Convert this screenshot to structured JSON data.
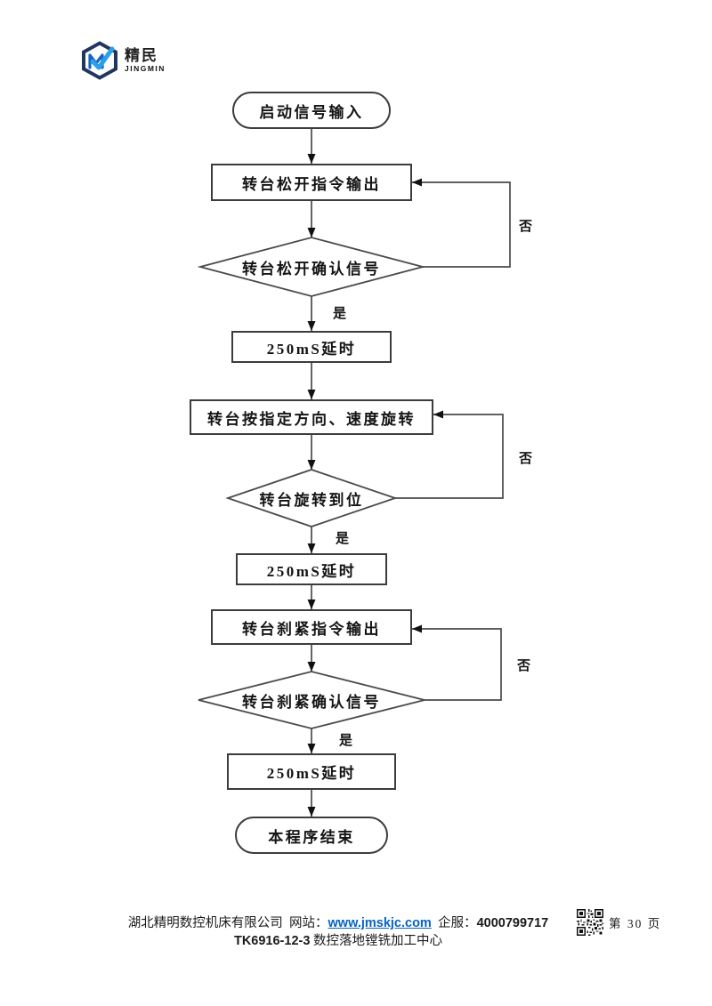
{
  "logo": {
    "brand_cn": "精民",
    "brand_en": "JINGMIN"
  },
  "flowchart": {
    "nodes": {
      "start": "启动信号输入",
      "unclamp_cmd": "转台松开指令输出",
      "unclamp_check": "转台松开确认信号",
      "delay1": "250mS延时",
      "rotate": "转台按指定方向、速度旋转",
      "rotate_check": "转台旋转到位",
      "delay2": "250mS延时",
      "clamp_cmd": "转台刹紧指令输出",
      "clamp_check": "转台刹紧确认信号",
      "delay3": "250mS延时",
      "end": "本程序结束"
    },
    "branch_labels": {
      "yes": "是",
      "no": "否"
    }
  },
  "footer": {
    "company": "湖北精明数控机床有限公司",
    "website_label": "网站：",
    "website_url": "www.jmskjc.com",
    "service_label": "企服：",
    "service_phone": "4000799717",
    "page_indicator": "第 30 页",
    "model": "TK6916-12-3",
    "product": "数控落地镗铣加工中心"
  },
  "colors": {
    "link_blue": "#0563c1",
    "wire_gray": "#4a4a4a",
    "logo_navy": "#22355e",
    "logo_blue": "#1e88e5"
  }
}
